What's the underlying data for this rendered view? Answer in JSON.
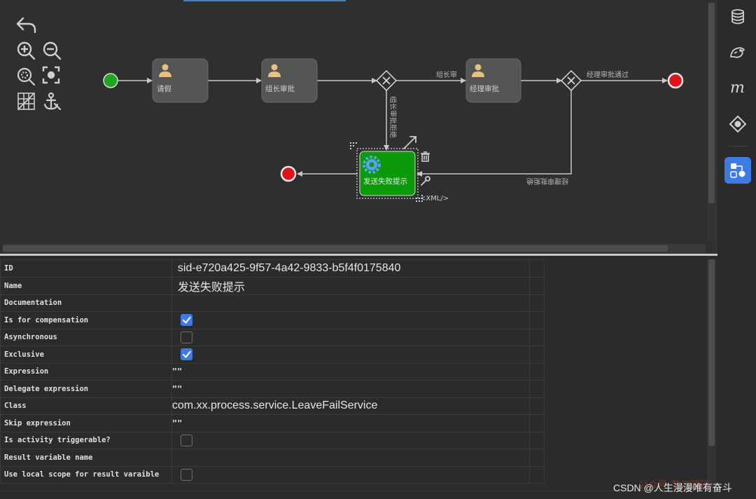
{
  "diagram": {
    "tasks": {
      "leave": "请假",
      "leader_approve": "组长审批",
      "manager_approve": "经理审批",
      "send_fail": "发送失败提示"
    },
    "flows": {
      "leader_pass": "组长审",
      "manager_pass": "经理审批通过",
      "leader_reject": "组长审批拒绝",
      "manager_reject": "经理审批拒绝"
    },
    "xml_hint": "<XML/>"
  },
  "toolbar": {
    "icons": [
      "undo-icon",
      "zoom-in-icon",
      "zoom-out-icon",
      "zoom-actual-icon",
      "zoom-fit-icon",
      "grid-icon",
      "anchor-icon"
    ]
  },
  "sidebar": {
    "icons": [
      "database-icon",
      "mybatis-bird-icon",
      "maven-m-icon",
      "git-diamond-icon",
      "bpmn-diagram-icon"
    ],
    "active": "bpmn-diagram-icon"
  },
  "properties": {
    "rows": [
      {
        "name": "ID",
        "value": "sid-e720a425-9f57-4a42-9833-b5f4f0175840"
      },
      {
        "name": "Name",
        "value": "发送失败提示"
      },
      {
        "name": "Documentation",
        "value": ""
      },
      {
        "name": "Is for compensation",
        "checked": true
      },
      {
        "name": "Asynchronous",
        "checked": false
      },
      {
        "name": "Exclusive",
        "checked": true
      },
      {
        "name": "Expression",
        "value": "\"\""
      },
      {
        "name": "Delegate expression",
        "value": "\"\""
      },
      {
        "name": "Class",
        "value": "com.xx.process.service.LeaveFailService"
      },
      {
        "name": "Skip expression",
        "value": "\"\""
      },
      {
        "name": "Is activity triggerable?",
        "checked": false
      },
      {
        "name": "Result variable name",
        "value": ""
      },
      {
        "name": "Use local scope for result varaible",
        "checked": false
      }
    ]
  },
  "watermark": {
    "text": "CSDN @人生漫漫唯有奋斗",
    "overlay": "公众号  芋道源码"
  },
  "colors": {
    "accent": "#3d7ae6",
    "start_event": "#1fa81f",
    "end_event": "#e0121b",
    "selected_task": "#0a9a0a",
    "task_fill": "#555555",
    "user_icon": "#e8c27a"
  }
}
